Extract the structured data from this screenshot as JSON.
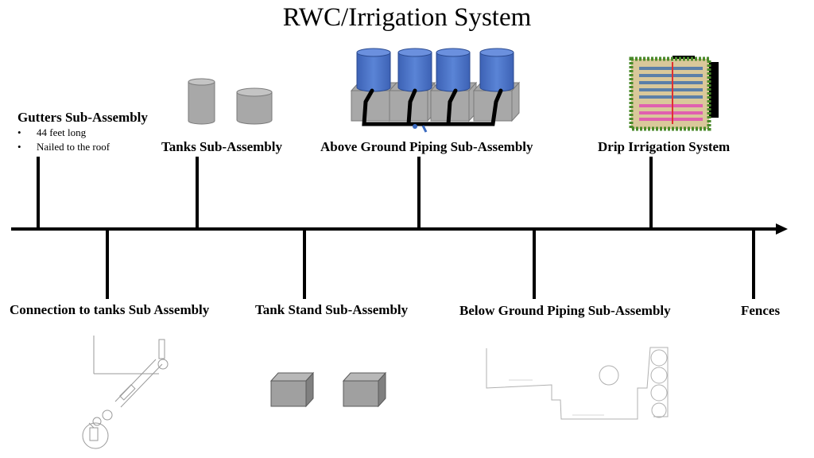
{
  "title": "RWC/Irrigation System",
  "timeline": {
    "above": [
      {
        "id": "gutters",
        "label": "Gutters Sub-Assembly",
        "details": [
          "44 feet long",
          "Nailed to the roof"
        ]
      },
      {
        "id": "tanks",
        "label": "Tanks Sub-Assembly"
      },
      {
        "id": "above-piping",
        "label": "Above Ground Piping Sub-Assembly"
      },
      {
        "id": "drip",
        "label": "Drip Irrigation System"
      }
    ],
    "below": [
      {
        "id": "connection",
        "label": "Connection to tanks Sub Assembly"
      },
      {
        "id": "tank-stand",
        "label": "Tank Stand Sub-Assembly"
      },
      {
        "id": "below-piping",
        "label": "Below Ground Piping Sub-Assembly"
      },
      {
        "id": "fences",
        "label": "Fences"
      }
    ]
  },
  "colors": {
    "tank_blue": "#4a72c4",
    "tank_gray": "#a8a8a8",
    "stand_gray": "#a0a0a0",
    "drip_frame_green": "#4a8a2a",
    "drip_pipe_blue": "#5b7fa8",
    "drip_pipe_pink": "#e060b0",
    "drip_main_red": "#e03030"
  }
}
